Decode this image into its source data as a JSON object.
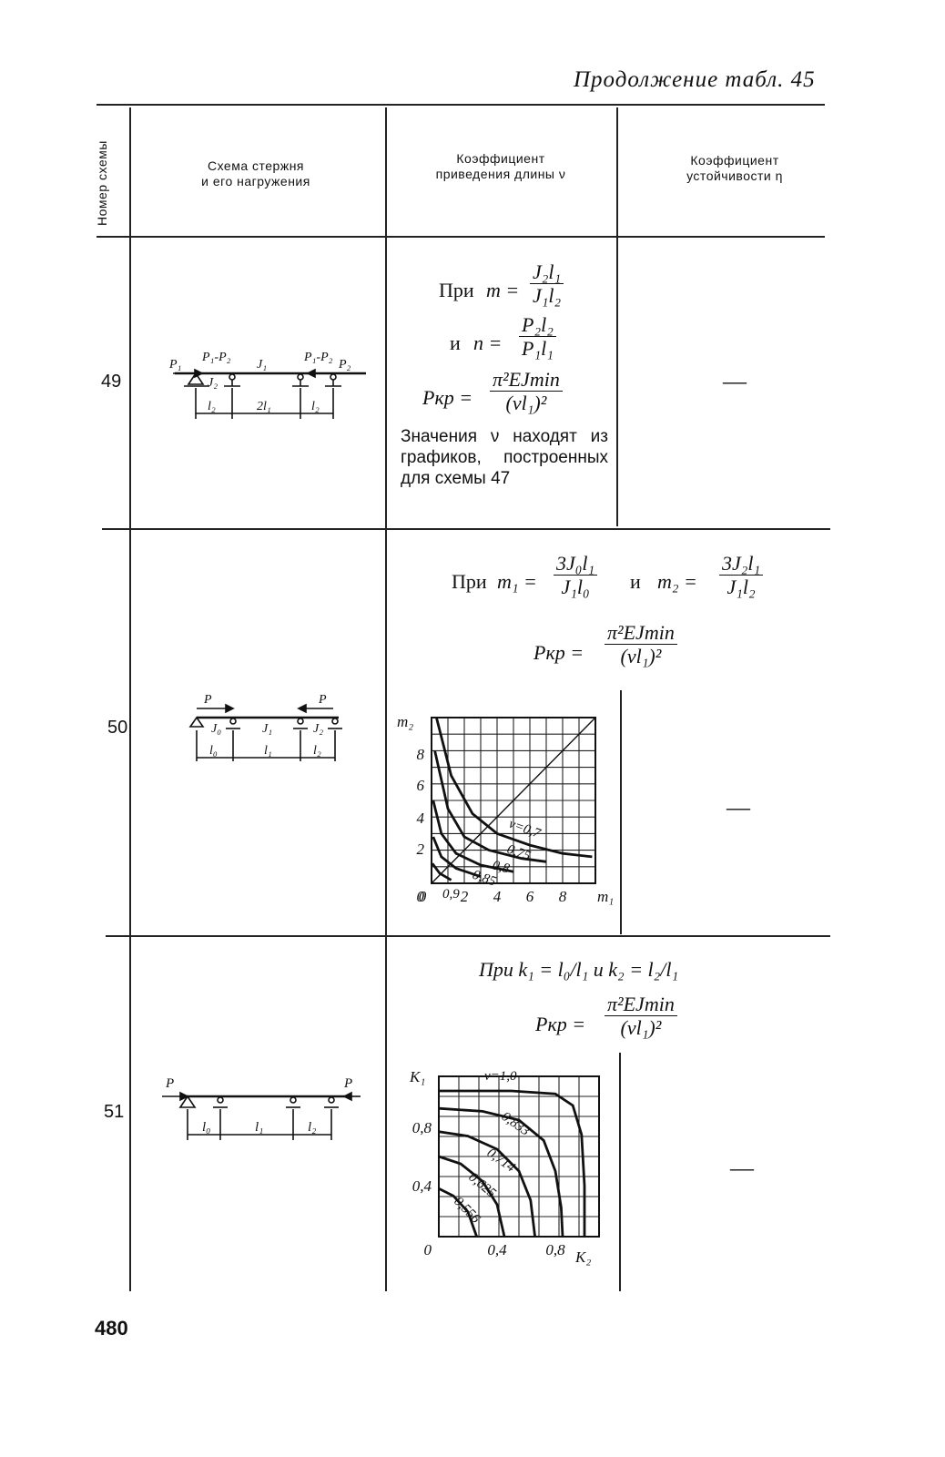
{
  "header": {
    "continuation": "Продолжение табл. 45"
  },
  "columns": {
    "number": "Номер схемы",
    "scheme_line1": "Схема стержня",
    "scheme_line2": "и его нагружения",
    "nu_line1": "Коэффициент",
    "nu_line2": "приведения длины ν",
    "eta_line1": "Коэффициент",
    "eta_line2": "устойчивости η"
  },
  "rows": [
    {
      "number": "49",
      "formula_when": "При",
      "m_def": "m =",
      "m_num": "J₂l₁",
      "m_den": "J₁l₂",
      "n_and": "и",
      "n_def": "n =",
      "n_num": "P₂l₂",
      "n_den": "P₁l₁",
      "pkr_label": "Pкр =",
      "pkr_num": "π²EJmin",
      "pkr_den": "(νl₁)²",
      "note": "Значения ν находят из графиков, построенных для схемы 47",
      "eta": "—",
      "diagram_labels": [
        "P₁",
        "P₁-P₂",
        "J₁",
        "P₁-P₂",
        "P₂",
        "J₂",
        "l₂",
        "2l₁",
        "l₂"
      ]
    },
    {
      "number": "50",
      "formula_when": "При",
      "m1_def": "m₁ =",
      "m1_num": "3J₀l₁",
      "m1_den": "J₁l₀",
      "and": "и",
      "m2_def": "m₂ =",
      "m2_num": "3J₂l₁",
      "m2_den": "J₁l₂",
      "pkr_label": "Pкр =",
      "pkr_num": "π²EJmin",
      "pkr_den": "(νl₁)²",
      "eta": "—",
      "diagram_labels": [
        "P",
        "P",
        "J₀",
        "J₁",
        "J₂",
        "l₀",
        "l₁",
        "l₂"
      ]
    },
    {
      "number": "51",
      "formula_text": "При k₁ = l₀/l₁ и k₂ = l₂/l₁",
      "pkr_label": "Pкр =",
      "pkr_num": "π²EJmin",
      "pkr_den": "(νl₁)²",
      "eta": "—",
      "diagram_labels": [
        "P",
        "P",
        "l₀",
        "l₁",
        "l₂"
      ]
    }
  ],
  "chart_data": [
    {
      "type": "line",
      "xlabel": "m₁",
      "ylabel": "m₂",
      "xlim": [
        0,
        10
      ],
      "ylim": [
        0,
        10
      ],
      "x_ticks": [
        "0",
        "2",
        "4",
        "6",
        "8"
      ],
      "y_ticks": [
        "0",
        "2",
        "4",
        "6",
        "8"
      ],
      "grid": true,
      "series": [
        {
          "name": "ν=0,7",
          "points": [
            [
              0.3,
              10
            ],
            [
              1.2,
              6.5
            ],
            [
              2.5,
              4.2
            ],
            [
              4,
              3.0
            ],
            [
              6,
              2.3
            ],
            [
              8,
              1.8
            ],
            [
              9.8,
              1.6
            ]
          ]
        },
        {
          "name": "0,75",
          "points": [
            [
              0.2,
              8
            ],
            [
              1,
              4.5
            ],
            [
              2,
              2.8
            ],
            [
              3.5,
              2.0
            ],
            [
              5.5,
              1.5
            ],
            [
              7,
              1.3
            ]
          ]
        },
        {
          "name": "0,8",
          "points": [
            [
              0.1,
              5
            ],
            [
              0.6,
              3
            ],
            [
              1.5,
              1.8
            ],
            [
              3,
              1.1
            ],
            [
              5,
              0.7
            ]
          ]
        },
        {
          "name": "0,85",
          "points": [
            [
              0.1,
              2.8
            ],
            [
              0.6,
              1.6
            ],
            [
              1.5,
              0.9
            ],
            [
              3,
              0.4
            ]
          ]
        },
        {
          "name": "0,9",
          "points": [
            [
              0.05,
              1.2
            ],
            [
              0.5,
              0.6
            ],
            [
              1.2,
              0.2
            ]
          ]
        },
        {
          "name": "",
          "points": [
            [
              0,
              0
            ],
            [
              10,
              10
            ]
          ]
        }
      ]
    },
    {
      "type": "line",
      "xlabel": "K₂",
      "ylabel": "K₁",
      "xlim": [
        0,
        1.1
      ],
      "ylim": [
        0,
        1.1
      ],
      "x_ticks": [
        "0,4",
        "0,8"
      ],
      "y_ticks": [
        "0",
        "0,4",
        "0,8"
      ],
      "grid": true,
      "series": [
        {
          "name": "ν=1,0",
          "points": [
            [
              0,
              1.0
            ],
            [
              0.5,
              1.0
            ],
            [
              0.8,
              0.98
            ],
            [
              0.92,
              0.9
            ],
            [
              0.98,
              0.7
            ],
            [
              1.0,
              0.35
            ],
            [
              1.0,
              0.0
            ]
          ]
        },
        {
          "name": "0,833",
          "points": [
            [
              0,
              0.88
            ],
            [
              0.3,
              0.86
            ],
            [
              0.55,
              0.8
            ],
            [
              0.72,
              0.66
            ],
            [
              0.8,
              0.45
            ],
            [
              0.84,
              0.2
            ],
            [
              0.85,
              0.0
            ]
          ]
        },
        {
          "name": "0,714",
          "points": [
            [
              0,
              0.72
            ],
            [
              0.2,
              0.69
            ],
            [
              0.4,
              0.6
            ],
            [
              0.55,
              0.45
            ],
            [
              0.63,
              0.25
            ],
            [
              0.66,
              0.0
            ]
          ]
        },
        {
          "name": "0,625",
          "points": [
            [
              0,
              0.55
            ],
            [
              0.15,
              0.5
            ],
            [
              0.3,
              0.38
            ],
            [
              0.4,
              0.22
            ],
            [
              0.45,
              0.0
            ]
          ]
        },
        {
          "name": "0,556",
          "points": [
            [
              0,
              0.33
            ],
            [
              0.1,
              0.28
            ],
            [
              0.2,
              0.17
            ],
            [
              0.26,
              0.0
            ]
          ]
        }
      ]
    }
  ]
}
